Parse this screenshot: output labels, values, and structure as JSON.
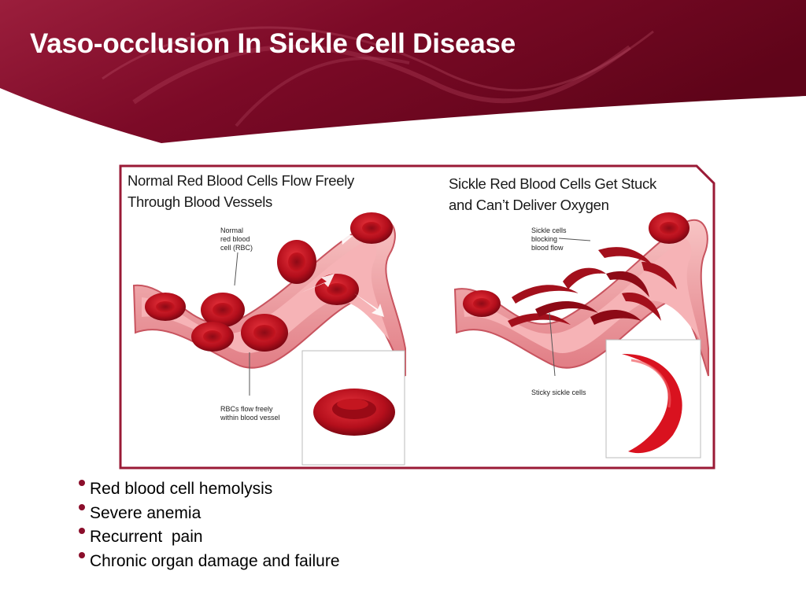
{
  "slide": {
    "title": "Vaso-occlusion In Sickle Cell Disease"
  },
  "figure": {
    "left_caption": [
      "Normal Red Blood Cells Flow Freely",
      "Through Blood Vessels"
    ],
    "right_caption": [
      "Sickle Red Blood Cells Get Stuck",
      "and Can’t Deliver Oxygen"
    ],
    "left_callouts": {
      "top": [
        "Normal",
        "red blood",
        "cell (RBC)"
      ],
      "bottom": [
        "RBCs flow freely",
        "within blood vessel"
      ]
    },
    "right_callouts": {
      "top": [
        "Sickle cells",
        "blocking",
        "blood flow"
      ],
      "bottom": [
        "Sticky sickle cells"
      ]
    }
  },
  "bullets": [
    "Red blood cell hemolysis",
    "Severe anemia",
    "Recurrent  pain",
    "Chronic organ damage and failure"
  ],
  "colors": {
    "header_dark": "#6a0620",
    "header_mid": "#8e1836",
    "bullet": "#8b0e2b",
    "cell": "#c8121f",
    "vessel": "#f2a4a8",
    "frame": "#9a1a36"
  }
}
